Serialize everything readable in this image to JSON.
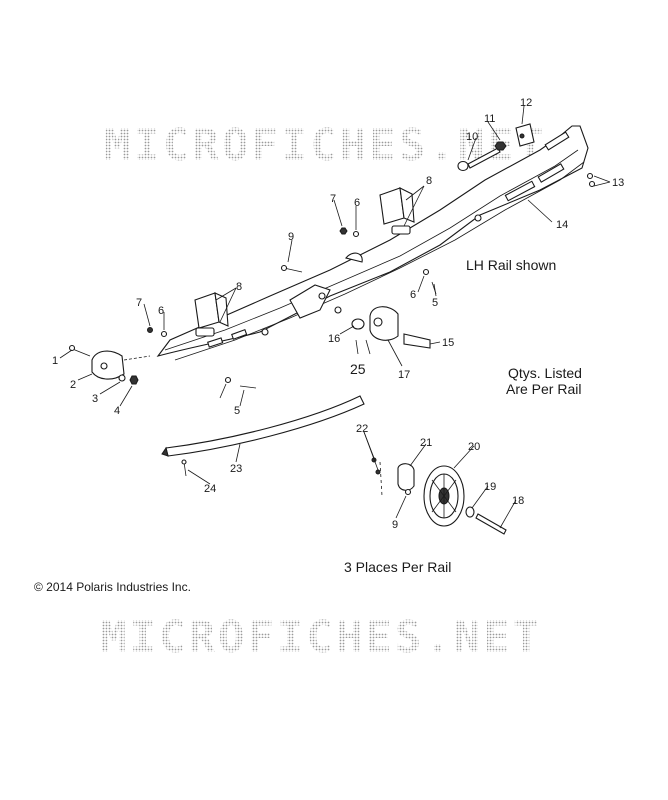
{
  "watermark_top": "MICROFICHES.NET",
  "watermark_bottom": "MICROFICHES.NET",
  "notes": {
    "lh_rail": "LH Rail shown",
    "qty_line1": "Qtys. Listed",
    "qty_line2": "Are Per Rail",
    "places": "3 Places Per Rail"
  },
  "copyright": "© 2014 Polaris Industries Inc.",
  "callouts": [
    "1",
    "2",
    "3",
    "4",
    "5",
    "5",
    "6",
    "6",
    "6",
    "7",
    "7",
    "8",
    "8",
    "9",
    "9",
    "10",
    "11",
    "12",
    "13",
    "14",
    "15",
    "16",
    "17",
    "18",
    "19",
    "20",
    "21",
    "22",
    "23",
    "24",
    "25"
  ]
}
